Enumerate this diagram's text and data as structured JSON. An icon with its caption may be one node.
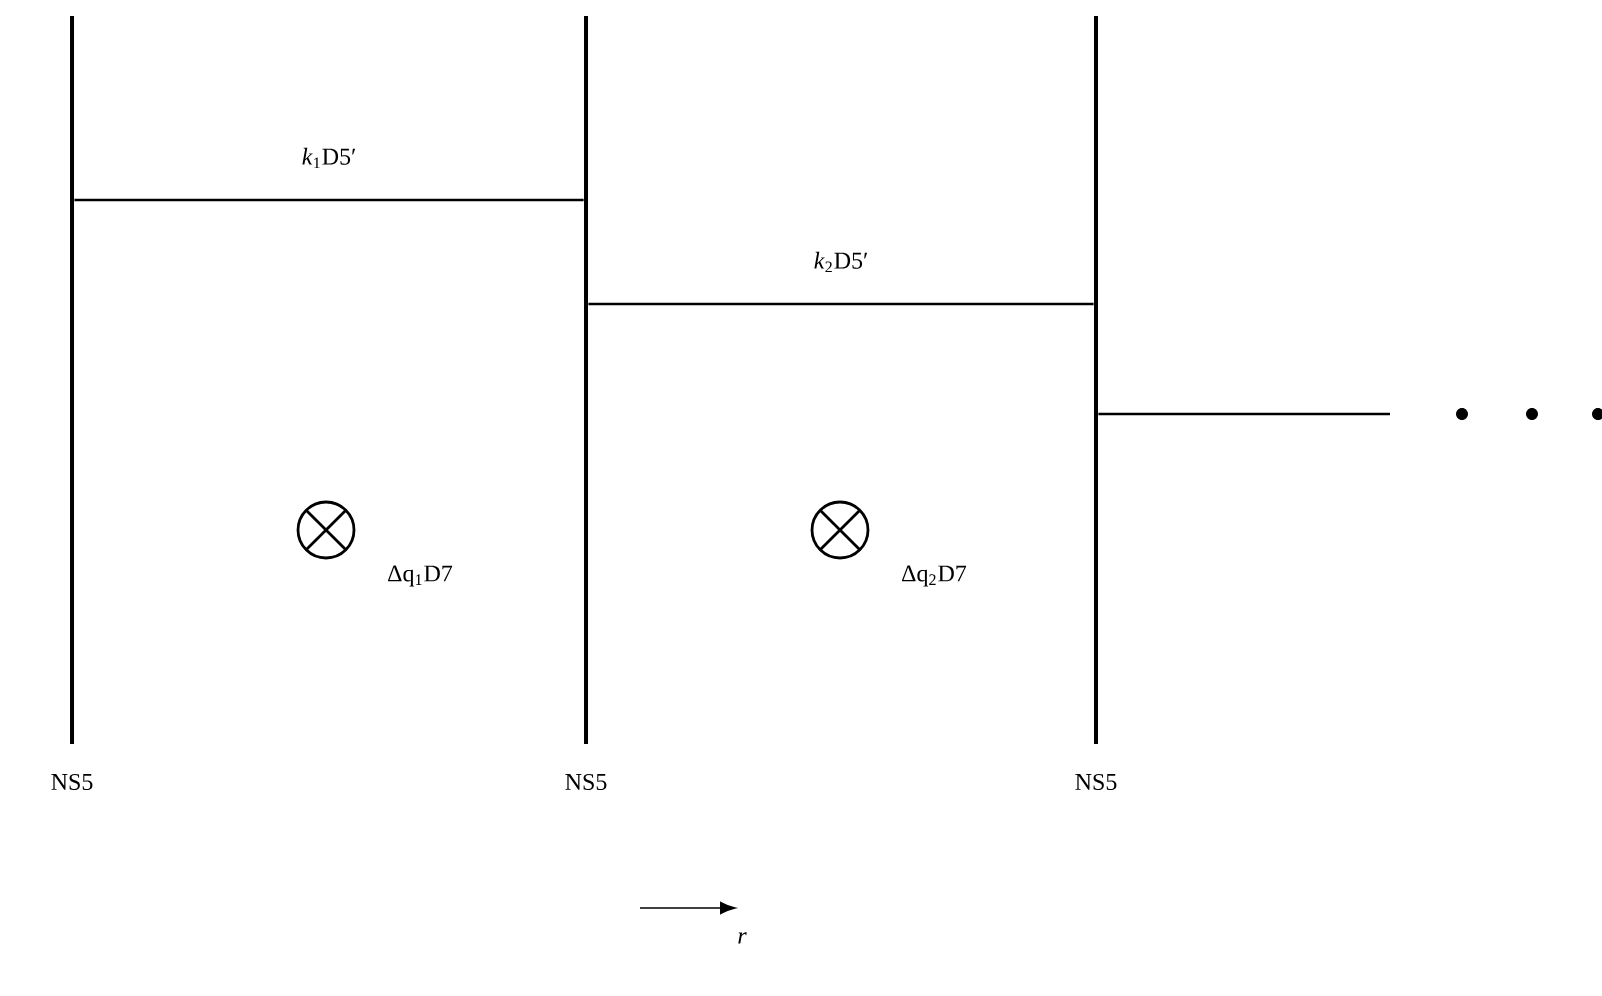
{
  "diagram": {
    "nodes": [
      {
        "text": [
          "NS5"
        ]
      },
      {
        "text": [
          "NS5"
        ]
      },
      {
        "text": [
          "NS5"
        ]
      },
      {
        "text": [],
        "shape": "circle",
        "beside": [
          "Δq$_{1}$D7"
        ]
      },
      {
        "text": [],
        "shape": "circle",
        "beside": [
          "Δq$_{2}$D7"
        ]
      }
    ],
    "edges": [
      {
        "from": 0,
        "to": 1,
        "arrow": "none",
        "label": "*k*$_{1}$D5′"
      },
      {
        "from": 1,
        "to": 2,
        "arrow": "none",
        "label": "*k*$_{2}$D5′"
      },
      {
        "from": 2,
        "to": null,
        "arrow": "none"
      }
    ],
    "labels": [
      "r"
    ]
  }
}
